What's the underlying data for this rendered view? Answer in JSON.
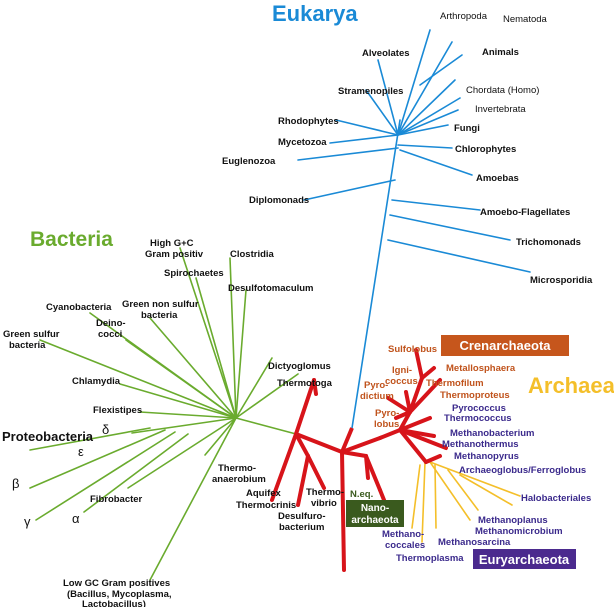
{
  "domains": {
    "eukarya": "Eukarya",
    "bacteria": "Bacteria",
    "archaea": "Archaea"
  },
  "colors": {
    "eukarya": "#1a8ad6",
    "bacteria": "#6aab2e",
    "archaea_trunk": "#d7141a",
    "euryarchaea_branch": "#f4bf2a",
    "crenarchaeota_box": "#c6561c",
    "euryarchaeota_box": "#4b2a8e",
    "nanoarchaeota_box": "#3a5a1e",
    "crenarchaea_text": "#c0531c",
    "euryarchaea_text": "#3b2a8c"
  },
  "boxes": {
    "crenarchaeota": "Crenarchaeota",
    "euryarchaeota": "Euryarchaeota",
    "nanoarchaeota_1": "Nano-",
    "nanoarchaeota_2": "archaeota"
  },
  "eukarya_labels": {
    "arthropoda": "Arthropoda",
    "nematoda": "Nematoda",
    "alveolates": "Alveolates",
    "animals": "Animals",
    "stramenopiles": "Stramenopiles",
    "chordata": "Chordata (Homo)",
    "invertebrata": "Invertebrata",
    "rhodophytes": "Rhodophytes",
    "fungi": "Fungi",
    "mycetozoa": "Mycetozoa",
    "chlorophytes": "Chlorophytes",
    "euglenozoa": "Euglenozoa",
    "amoebas": "Amoebas",
    "diplomonads": "Diplomonads",
    "amoebo_flagellates": "Amoebo-Flagellates",
    "trichomonads": "Trichomonads",
    "microsporidia": "Microsporidia"
  },
  "bacteria_labels": {
    "high_gc_1": "High G+C",
    "high_gc_2": "Gram positiv",
    "clostridia": "Clostridia",
    "spirochaetes": "Spirochaetes",
    "desulfotomaculum": "Desulfotomaculum",
    "cyanobacteria": "Cyanobacteria",
    "green_non_sulfur_1": "Green non sulfur",
    "green_non_sulfur_2": "bacteria",
    "deinococci_1": "Deino-",
    "deinococci_2": "cocci",
    "green_sulfur_1": "Green sulfur",
    "green_sulfur_2": "bacteria",
    "dictyoglomus": "Dictyoglomus",
    "chlamydia": "Chlamydia",
    "thermotoga": "Thermotoga",
    "flexistipes": "Flexistipes",
    "proteobacteria": "Proteobacteria",
    "delta": "δ",
    "epsilon": "ε",
    "beta": "β",
    "gamma": "γ",
    "alpha": "α",
    "fibrobacter": "Fibrobacter",
    "thermoanaerobium_1": "Thermo-",
    "thermoanaerobium_2": "anaerobium",
    "aquifex": "Aquifex",
    "thermocrinis": "Thermocrinis",
    "thermovibrio_1": "Thermo-",
    "thermovibrio_2": "vibrio",
    "desulfurobacterium_1": "Desulfuro-",
    "desulfurobacterium_2": "bacterium",
    "low_gc_1": "Low GC Gram positives",
    "low_gc_2": "(Bacillus, Mycoplasma,",
    "low_gc_3": "Lactobacillus)"
  },
  "crenarchaea_labels": {
    "sulfolobus": "Sulfolobus",
    "ignicoccus_1": "Igni-",
    "ignicoccus_2": "coccus",
    "metallosphaera": "Metallosphaera",
    "thermofilum": "Thermofilum",
    "pyrodictium_1": "Pyro-",
    "pyrodictium_2": "dictium",
    "thermoproteus": "Thermoproteus",
    "pyrolobus_1": "Pyro-",
    "pyrolobus_2": "lobus"
  },
  "euryarchaea_labels": {
    "pyrococcus": "Pyrococcus",
    "thermococcus": "Thermococcus",
    "methanobacterium": "Methanobacterium",
    "methanothermus": "Methanothermus",
    "methanopyrus": "Methanopyrus",
    "archaeoglobus": "Archaeoglobus/Ferroglobus",
    "halobacteriales": "Halobacteriales",
    "methanoplanus": "Methanoplanus",
    "methanomicrobium": "Methanomicrobium",
    "methanosarcina": "Methanosarcina",
    "methanococcales_1": "Methano-",
    "methanococcales_2": "coccales",
    "thermoplasma": "Thermoplasma",
    "neq": "N.eq."
  }
}
